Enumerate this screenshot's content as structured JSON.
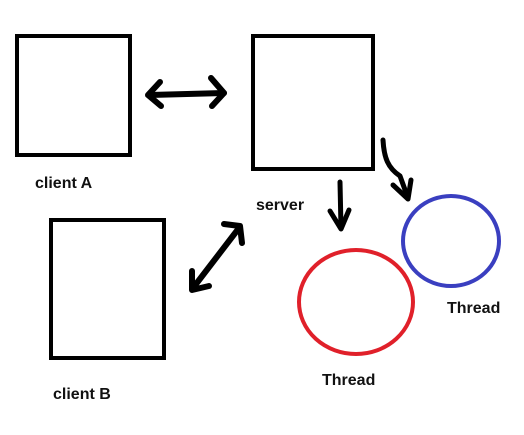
{
  "labels": {
    "client_a": "client A",
    "client_b": "client B",
    "server": "server",
    "thread_red": "Thread",
    "thread_blue": "Thread"
  },
  "colors": {
    "stroke": "#000000",
    "thread_red": "#e0202a",
    "thread_blue": "#3a3fc0"
  }
}
